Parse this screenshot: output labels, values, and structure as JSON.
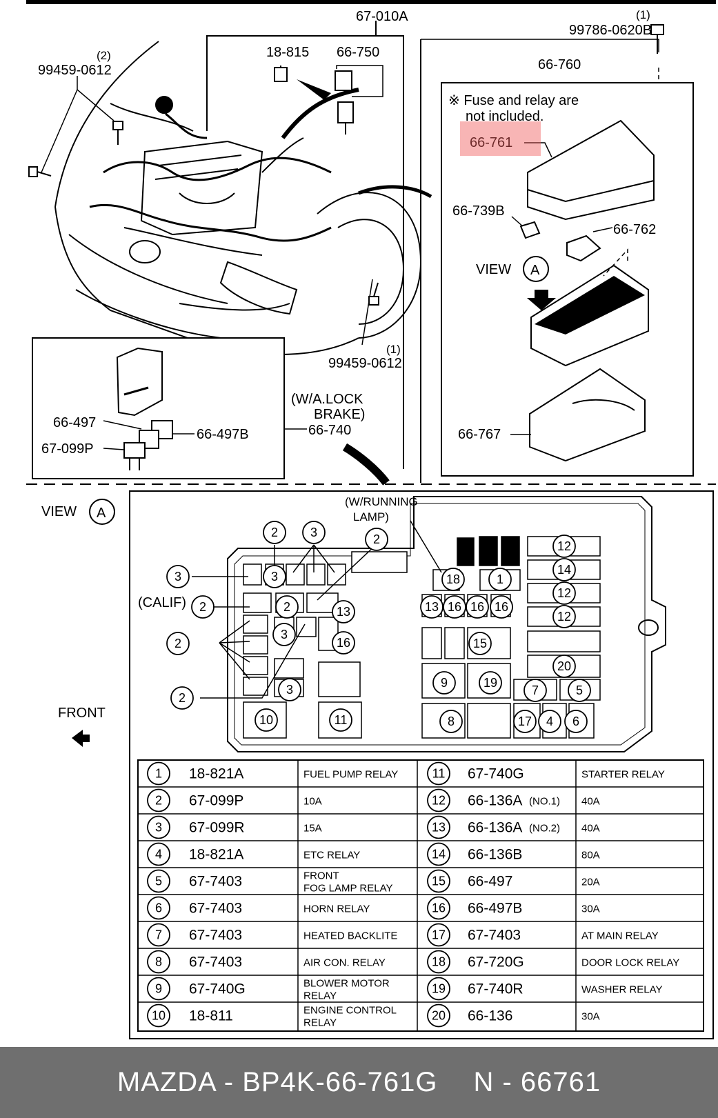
{
  "top_view": {
    "assembly": "67-010A",
    "parts": {
      "bolt_top_left": "99459-0612",
      "bolt_top_left_qty": "(2)",
      "relay_small": "18-815",
      "relay_pair": "66-750",
      "bolt_bottom": "99459-0612",
      "bolt_bottom_qty": "(1)",
      "box_right": "66-760",
      "bolt_right": "99786-0620B",
      "bolt_right_qty": "(1)"
    },
    "note_line1": "※ Fuse and relay are",
    "note_line2": "not included.",
    "highlight_part": "66-761",
    "fuse_puller": "66-739B",
    "cover_part": "66-762",
    "view_a": "VIEW",
    "view_letter": "A",
    "lower_case": "66-767",
    "inset": {
      "cover": "66-497",
      "relay_b": "66-497B",
      "fuse": "67-099P",
      "bracket": "66-740",
      "note_line1": "(W/A.LOCK",
      "note_line2": "BRAKE)"
    }
  },
  "view_a": {
    "title": "VIEW",
    "letter": "A",
    "front_label": "FRONT",
    "calif_label": "(CALIF)",
    "running_lamp_line1": "(W/RUNNING",
    "running_lamp_line2": "LAMP)",
    "callouts": {
      "c1": "3",
      "c2": "2",
      "c3": "3",
      "c4": "2",
      "c5": "2",
      "c6": "2",
      "c7": "13",
      "c8": "3",
      "c9": "16",
      "c10": "2",
      "c11": "3",
      "c12": "2",
      "c13": "3",
      "c14": "10",
      "c15": "11",
      "r1": "18",
      "r2": "1",
      "r3": "12",
      "r4": "14",
      "r5": "12",
      "r6": "12",
      "r7": "13",
      "r8": "16",
      "r9": "16",
      "r10": "16",
      "r11": "15",
      "r12": "9",
      "r13": "19",
      "r14": "20",
      "r15": "7",
      "r16": "5",
      "r17": "8",
      "r18": "17",
      "r19": "4",
      "r20": "6"
    }
  },
  "legend": {
    "rows": [
      {
        "n1": "1",
        "p1": "18-821A",
        "d1": "FUEL PUMP  RELAY",
        "n2": "11",
        "p2": "67-740G",
        "d2": "STARTER RELAY"
      },
      {
        "n1": "2",
        "p1": "67-099P",
        "d1": "10A",
        "n2": "12",
        "p2": "66-136A",
        "s2": "(NO.1)",
        "d2": "40A"
      },
      {
        "n1": "3",
        "p1": "67-099R",
        "d1": "15A",
        "n2": "13",
        "p2": "66-136A",
        "s2": "(NO.2)",
        "d2": "40A"
      },
      {
        "n1": "4",
        "p1": "18-821A",
        "d1": "ETC RELAY",
        "n2": "14",
        "p2": "66-136B",
        "d2": "80A"
      },
      {
        "n1": "5",
        "p1": "67-7403",
        "d1": "FRONT",
        "d1b": "FOG LAMP RELAY",
        "n2": "15",
        "p2": "66-497",
        "d2": "20A"
      },
      {
        "n1": "6",
        "p1": "67-7403",
        "d1": "HORN RELAY",
        "n2": "16",
        "p2": "66-497B",
        "d2": "30A"
      },
      {
        "n1": "7",
        "p1": "67-7403",
        "d1": "HEATED BACKLITE",
        "n2": "17",
        "p2": "67-7403",
        "d2": "AT MAIN RELAY"
      },
      {
        "n1": "8",
        "p1": "67-7403",
        "d1": "AIR CON. RELAY",
        "n2": "18",
        "p2": "67-720G",
        "d2": "DOOR LOCK RELAY"
      },
      {
        "n1": "9",
        "p1": "67-740G",
        "d1": "BLOWER MOTOR",
        "d1b": "RELAY",
        "n2": "19",
        "p2": "67-740R",
        "d2": "WASHER RELAY"
      },
      {
        "n1": "10",
        "p1": "18-811",
        "d1": "ENGINE CONTROL",
        "d1b": "RELAY",
        "n2": "20",
        "p2": "66-136",
        "d2": "30A"
      }
    ]
  },
  "footer": {
    "left": "MAZDA - BP4K-66-761G",
    "right": "N - 66761"
  }
}
